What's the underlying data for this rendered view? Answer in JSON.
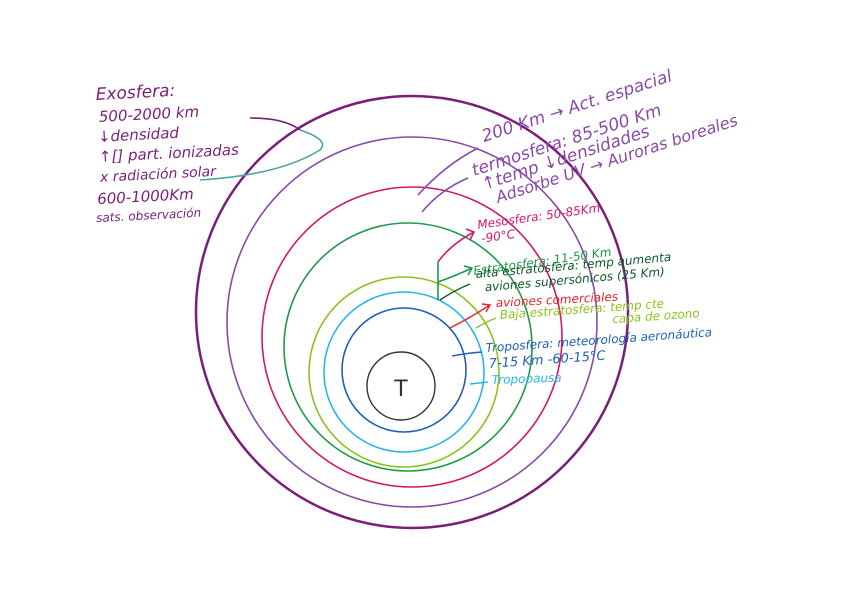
{
  "center": {
    "label": "T"
  },
  "colors": {
    "exosphere": "#7a1f78",
    "thermosphere": "#8a4aa8",
    "mesosphere": "#d2186a",
    "stratosphere": "#1f9a4a",
    "upper_strat": "#0f5a2a",
    "lower_strat": "#8cc21e",
    "planes": "#e8232e",
    "tropopause": "#29b6e8",
    "troposphere": "#1f5fb8",
    "core": "#333333",
    "teal": "#4aa6a0"
  },
  "exosphere": {
    "title": "Exosfera:",
    "lines": [
      "500-2000 km",
      "↓densidad",
      "↑[] part. ionizadas",
      "x radiación solar",
      "600-1000Km",
      "sats. observación"
    ]
  },
  "thermosphere": {
    "lines": [
      "200 Km → Act. espacial",
      "termosfera: 85-500 Km",
      "↑temp ↓densidades",
      "Adsorbe UV → Auroras boreales"
    ]
  },
  "mesosphere": {
    "lines": [
      "Mesosfera: 50-85Km",
      "-90°C"
    ]
  },
  "stratosphere": {
    "lines": [
      "Estratosfera: 11-50 Km"
    ]
  },
  "upper_strat": {
    "lines": [
      "alta estratosfera: temp aumenta",
      "aviones supersónicos (25 Km)"
    ]
  },
  "planes": {
    "lines": [
      "aviones comerciales"
    ]
  },
  "lower_strat": {
    "lines": [
      "Baja estratosfera: temp cte",
      "capa de ozono"
    ]
  },
  "troposphere": {
    "lines": [
      "Troposfera: meteorología aeronáutica",
      "7-15 Km -60-15°C"
    ]
  },
  "tropopause": {
    "lines": [
      "Tropopausa"
    ]
  }
}
